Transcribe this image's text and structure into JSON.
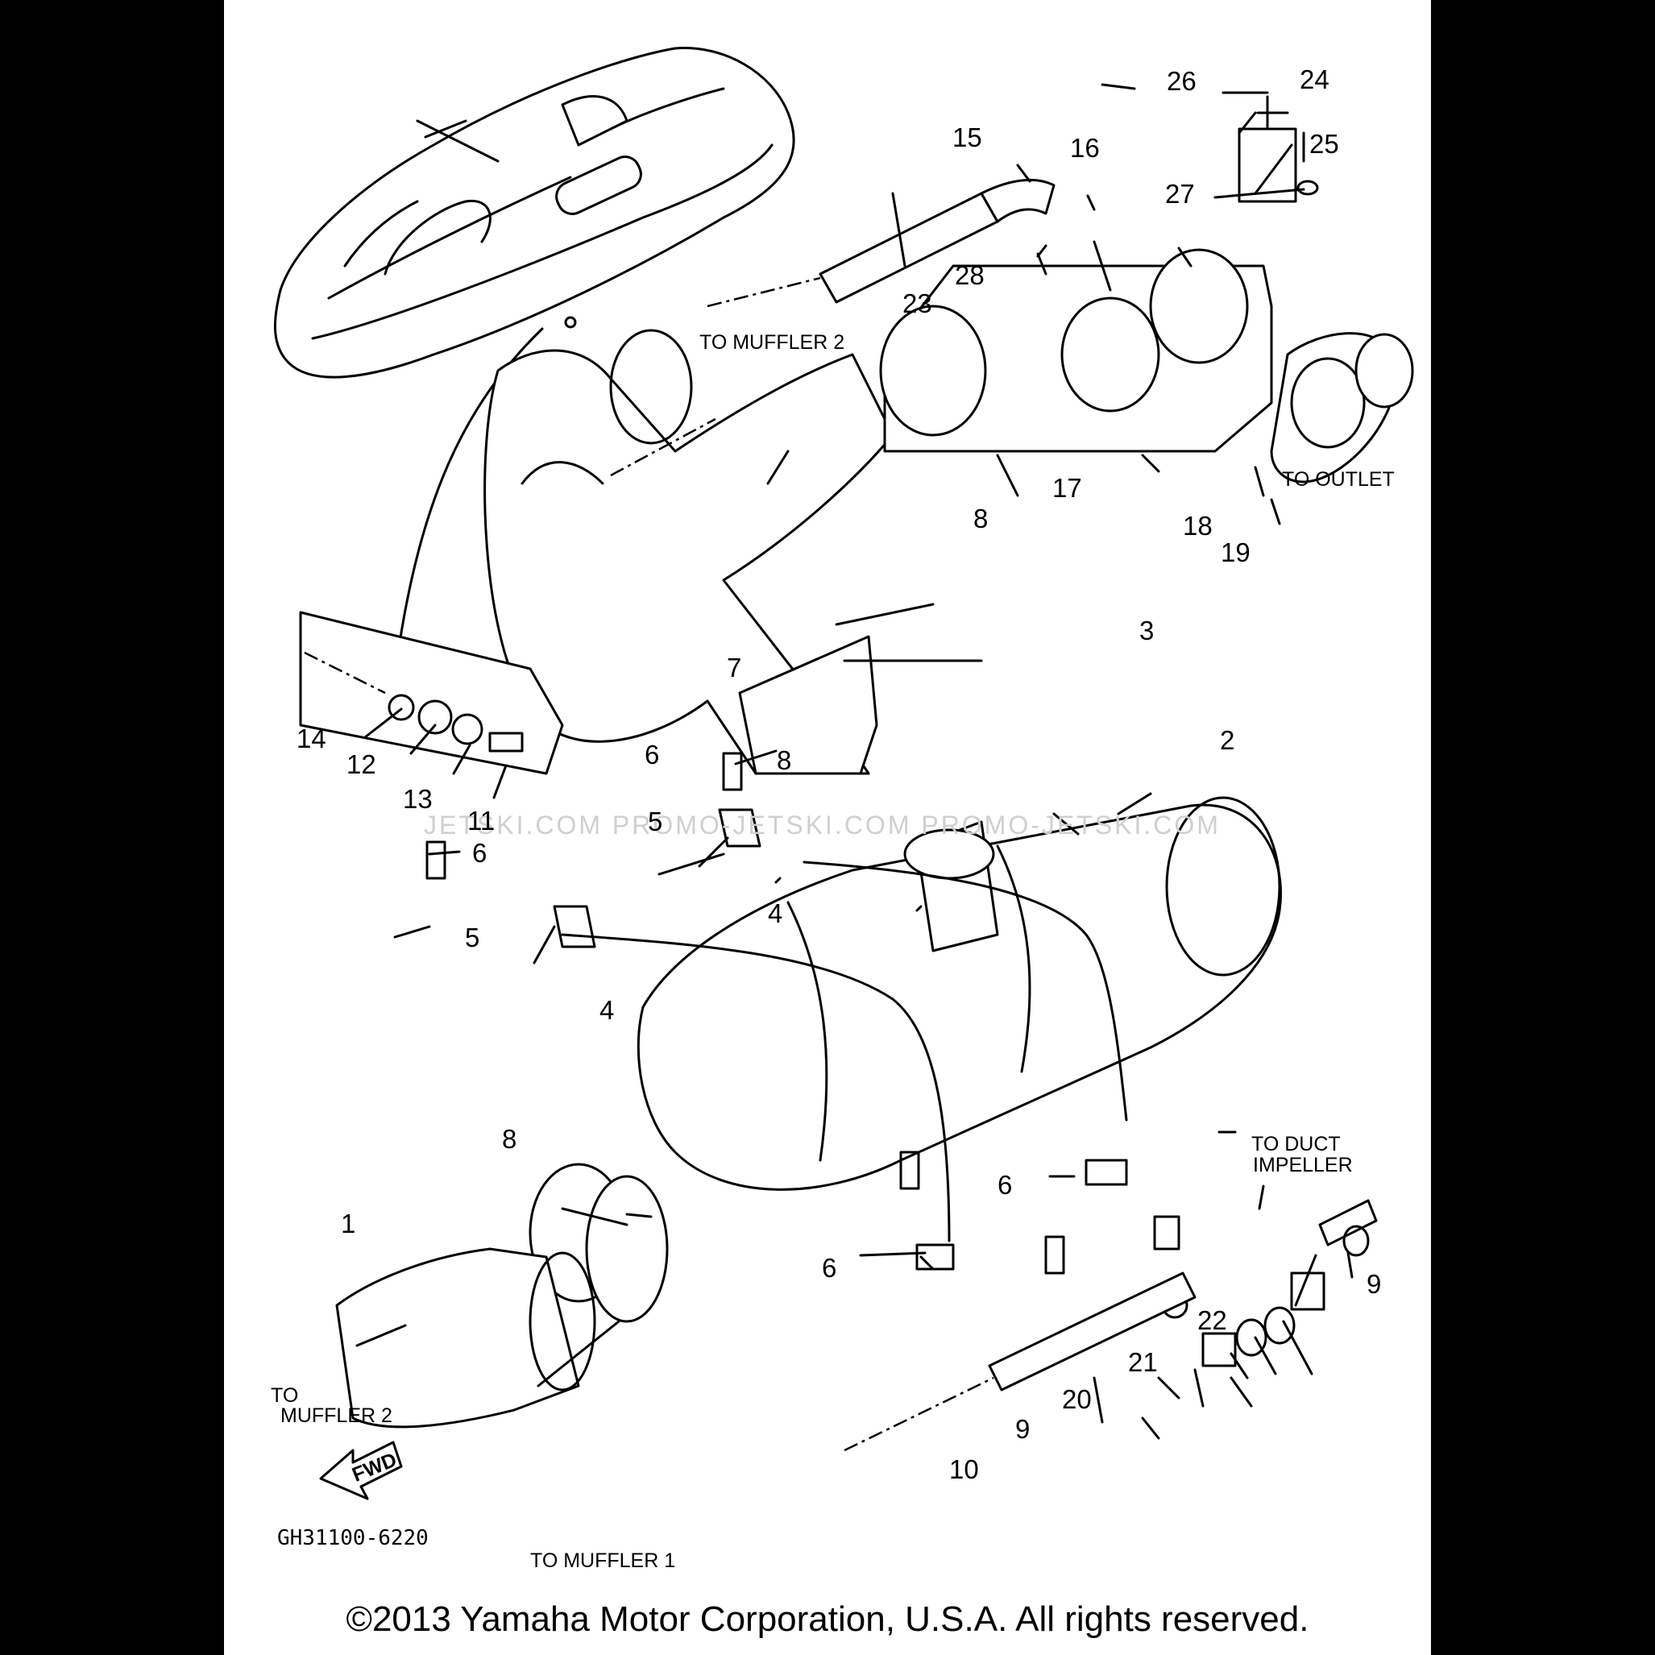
{
  "diagram": {
    "code": "GH31100-6220",
    "fwd_badge": "FWD",
    "copyright": "©2013 Yamaha Motor Corporation, U.S.A. All rights reserved.",
    "watermark": "JETSKI.COM   PROMO-JETSKI.COM   PROMO-JETSKI.COM",
    "notes": {
      "to_muffler_2_top": "TO MUFFLER 2",
      "to_outlet": "TO OUTLET",
      "to_duct_line1": "TO DUCT",
      "to_duct_line2": "IMPELLER",
      "to_muffler_2_left_line1": "TO",
      "to_muffler_2_left_line2": "MUFFLER 2",
      "to_muffler_1": "TO MUFFLER 1"
    },
    "callouts": {
      "c1": "1",
      "c2": "2",
      "c3": "3",
      "c4a": "4",
      "c4b": "4",
      "c5a": "5",
      "c5b": "5",
      "c6a": "6",
      "c6b": "6",
      "c6c": "6",
      "c6d": "6",
      "c7": "7",
      "c8a": "8",
      "c8b": "8",
      "c8c": "8",
      "c9a": "9",
      "c9b": "9",
      "c10": "10",
      "c11": "11",
      "c12": "12",
      "c13": "13",
      "c14": "14",
      "c15": "15",
      "c16": "16",
      "c17": "17",
      "c18": "18",
      "c19": "19",
      "c20": "20",
      "c21": "21",
      "c22": "22",
      "c23": "23",
      "c24": "24",
      "c25": "25",
      "c26": "26",
      "c27": "27",
      "c28": "28"
    }
  }
}
